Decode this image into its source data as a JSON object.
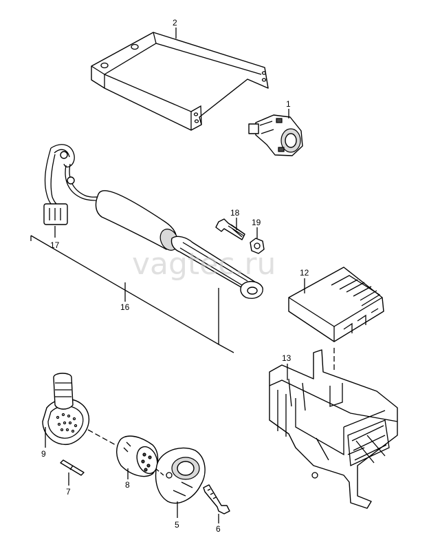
{
  "diagram": {
    "watermark": "vagtec.ru",
    "callouts": [
      "1",
      "2",
      "5",
      "6",
      "7",
      "8",
      "9",
      "12",
      "13",
      "16",
      "17",
      "18",
      "19"
    ]
  }
}
